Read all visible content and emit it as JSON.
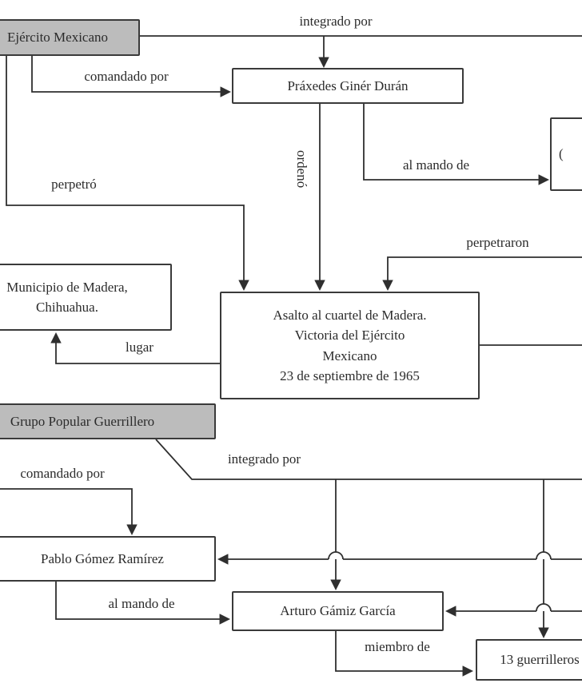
{
  "diagram": {
    "nodes": {
      "ejercito": "Ejército Mexicano",
      "praxedes": "Práxedes Ginér Durán",
      "rightcut_fragment": "(",
      "municipio": [
        "Municipio de Madera,",
        "Chihuahua."
      ],
      "central": [
        "Asalto al cuartel de Madera.",
        "Victoria del Ejército",
        "Mexicano",
        "23 de septiembre de 1965"
      ],
      "grupo": "Grupo Popular Guerrillero",
      "pablo": "Pablo Gómez Ramírez",
      "arturo": "Arturo Gámiz García",
      "guerrilleros": "13 guerrilleros"
    },
    "edge_labels": {
      "integrado_por_top": "integrado por",
      "comandado_por_top": "comandado por",
      "ordeno": "ordenó",
      "al_mando_de_top": "al mando de",
      "perpetro": "perpetró",
      "perpetraron": "perpetraron",
      "lugar": "lugar",
      "integrado_por_bottom": "integrado por",
      "comandado_por_bottom": "comandado por",
      "al_mando_de_bottom": "al mando de",
      "miembro_de": "miembro de"
    },
    "colors": {
      "line": "#2f2f2f",
      "border": "#3a3a3a",
      "gray_node_fill": "#bcbcbc",
      "node_fill": "#ffffff",
      "text": "#2b2b2b"
    }
  }
}
